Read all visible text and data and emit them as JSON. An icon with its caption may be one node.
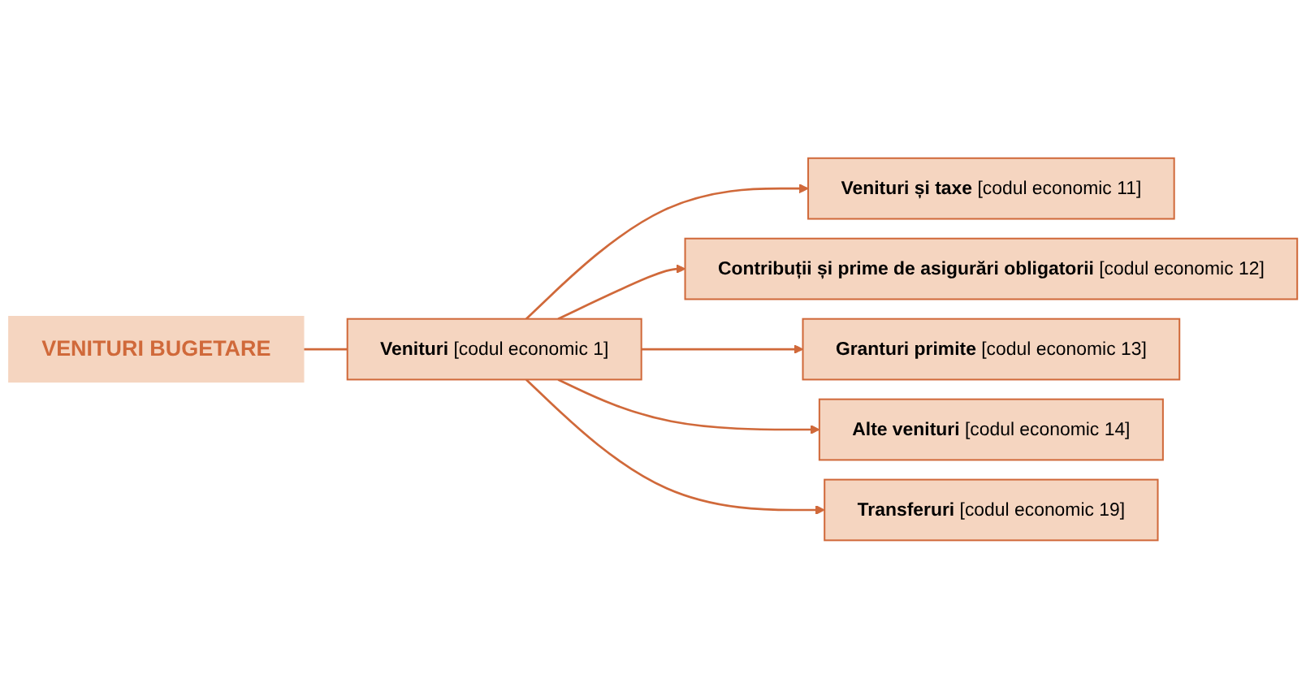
{
  "diagram": {
    "nodes": [
      {
        "text": [
          "VENITURI BUGETARE"
        ]
      },
      {
        "text": [
          "**Venituri** [codul economic 1]"
        ]
      },
      {
        "text": [
          "**Venituri și taxe** [codul economic 11]"
        ]
      },
      {
        "text": [
          "**Contribuții și prime de asigurări obligatorii** [codul economic 12]"
        ]
      },
      {
        "text": [
          "**Granturi primite** [codul economic 13]"
        ]
      },
      {
        "text": [
          "**Alte venituri** [codul economic 14]"
        ]
      },
      {
        "text": [
          "**Transferuri** [codul economic 19]"
        ]
      }
    ],
    "edges": [
      {
        "from": 0,
        "to": 1,
        "arrow": "none"
      },
      {
        "from": 1,
        "to": 2,
        "arrow": "to"
      },
      {
        "from": 1,
        "to": 3,
        "arrow": "to"
      },
      {
        "from": 1,
        "to": 4,
        "arrow": "to"
      },
      {
        "from": 1,
        "to": 5,
        "arrow": "to"
      },
      {
        "from": 1,
        "to": 6,
        "arrow": "to"
      }
    ]
  }
}
